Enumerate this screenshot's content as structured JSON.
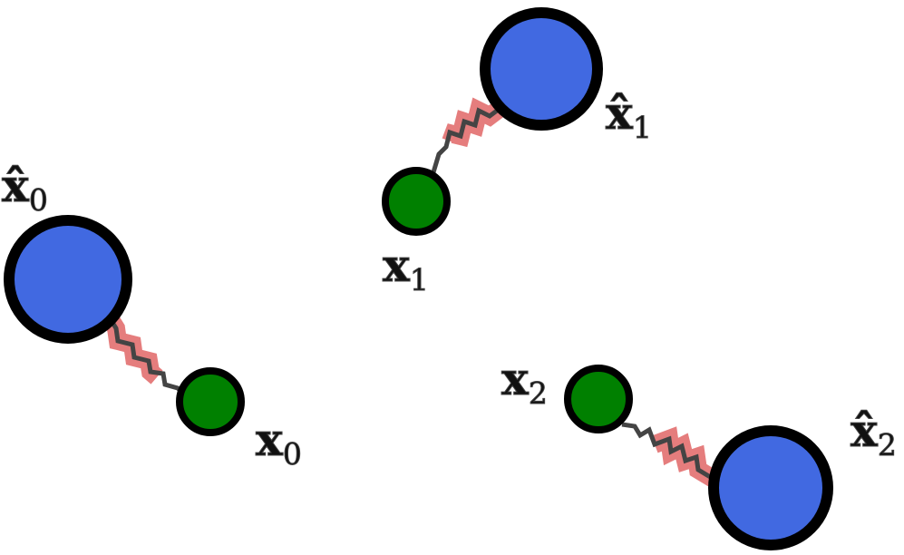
{
  "colors": {
    "target_fill": "#4169e1",
    "source_fill": "#008000",
    "outline": "#000000",
    "spring": "#444444",
    "spring_highlight": "#e06666",
    "spring_dark": "#7a1f1f"
  },
  "pairs": [
    {
      "source": {
        "symbol": "x",
        "index": "0"
      },
      "target": {
        "symbol": "x̂",
        "index": "0"
      }
    },
    {
      "source": {
        "symbol": "x",
        "index": "1"
      },
      "target": {
        "symbol": "x̂",
        "index": "1"
      }
    },
    {
      "source": {
        "symbol": "x",
        "index": "2"
      },
      "target": {
        "symbol": "x̂",
        "index": "2"
      }
    }
  ]
}
